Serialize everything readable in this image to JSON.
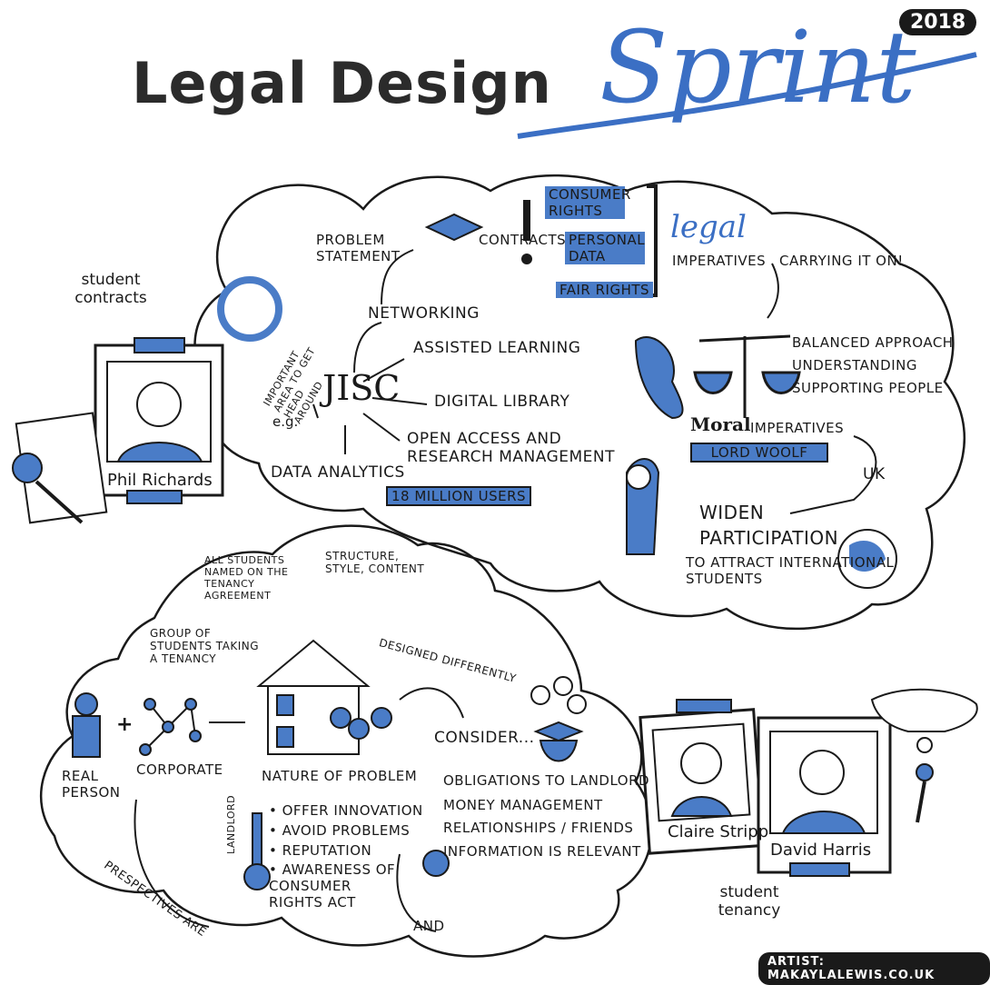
{
  "header": {
    "title_main": "Legal Design",
    "title_script": "Sprint",
    "year": "2018"
  },
  "colors": {
    "accent": "#4a7cc7",
    "ink": "#1a1a1a",
    "title_blue": "#3b6fc4"
  },
  "left_top": {
    "caption": "student contracts",
    "portrait_name": "Phil Richards"
  },
  "cloud_top": {
    "brain_note": "Important area to get head around",
    "eg": "e.g.",
    "center": "JISC",
    "problem_statement": "Problem statement",
    "networking": "Networking",
    "assisted_learning": "Assisted learning",
    "digital_library": "Digital library",
    "open_access": "Open access and research management",
    "data_analytics": "Data analytics",
    "users_badge": "18 million users",
    "contracts": "Contracts",
    "consumer_rights": "Consumer rights",
    "personal_data": "Personal data",
    "fair_rights": "Fair rights",
    "legal": "legal",
    "imperatives": "imperatives",
    "carrying_on": "Carrying it on!",
    "balanced": "Balanced approach",
    "understanding": "Understanding",
    "supporting": "Supporting people",
    "moral": "Moral",
    "moral_imperatives": "imperatives",
    "lord_woolf": "Lord Woolf",
    "uk": "UK",
    "widen": "Widen",
    "participation": "Participation",
    "attract": "to attract international students"
  },
  "cloud_bottom": {
    "all_students": "All students named on the tenancy agreement",
    "structure": "Structure, style, content",
    "group": "Group of students taking a tenancy",
    "real_person": "Real person",
    "plus": "+",
    "corporate": "Corporate",
    "nature": "Nature of problem",
    "designed": "Designed differently",
    "consider": "Consider...",
    "obligations": "Obligations to landlord",
    "money": "Money management",
    "relationships": "Relationships / friends",
    "information": "Information is relevant",
    "landlord": "Landlord",
    "offer": "• Offer innovation",
    "avoid": "• Avoid problems",
    "reputation": "• Reputation",
    "awareness": "• Awareness of consumer rights act",
    "perspectives": "Prespectives are",
    "and": "And"
  },
  "right_bottom": {
    "portrait1": "Claire Stripp",
    "portrait2": "David Harris",
    "caption": "student tenancy"
  },
  "footer": {
    "artist": "ARTIST: MAKAYLALEWIS.CO.UK"
  }
}
